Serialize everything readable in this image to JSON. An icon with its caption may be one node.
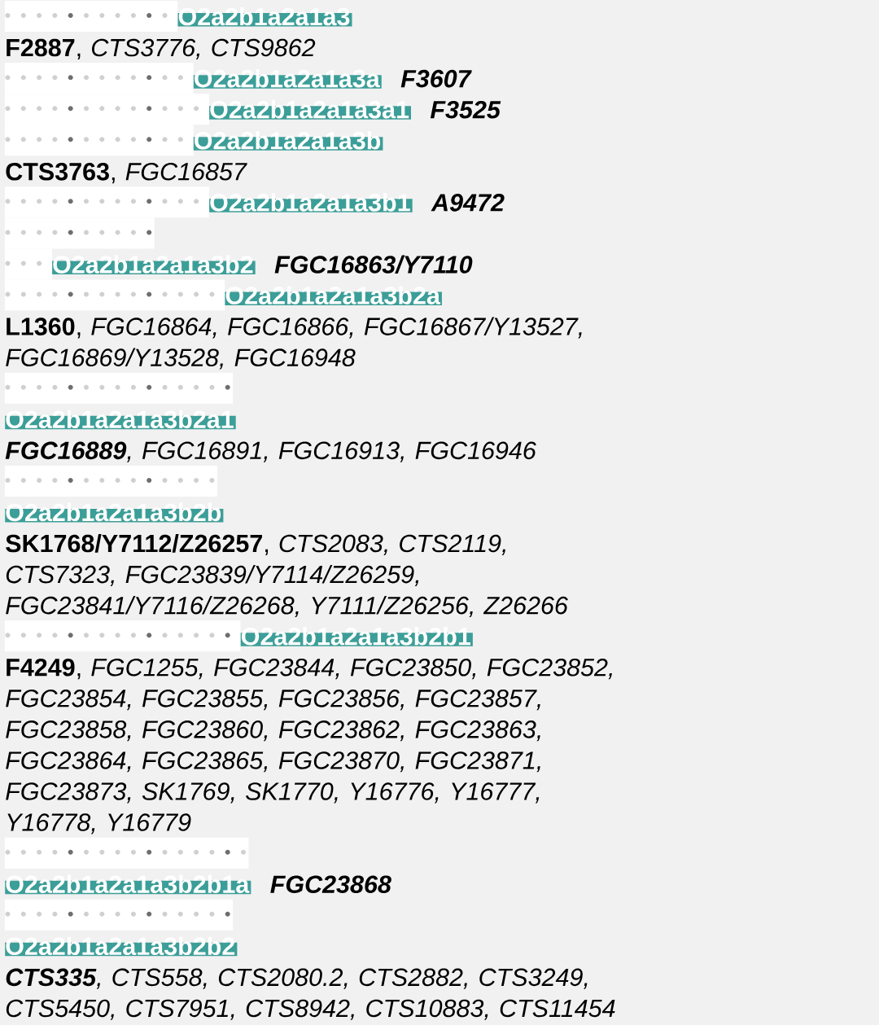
{
  "diagram": {
    "nodes": [
      {
        "text": [
          "O2a2b1a2a1a3"
        ],
        "beside": [
          "**F2887**, *CTS3776, CTS9862*"
        ]
      },
      {
        "text": [
          "O2a2b1a2a1a3a"
        ],
        "beside": [
          "**F3607**"
        ]
      },
      {
        "text": [
          "O2a2b1a2a1a3a1"
        ],
        "beside": [
          "**F3525**"
        ]
      },
      {
        "text": [
          "O2a2b1a2a1a3b"
        ],
        "beside": [
          "**CTS3763**, *FGC16857*"
        ]
      },
      {
        "text": [
          "O2a2b1a2a1a3b1"
        ],
        "beside": [
          "**A9472**"
        ]
      },
      {
        "text": [
          "O2a2b1a2a1a3b2"
        ],
        "beside": [
          "**FGC16863/Y7110**"
        ]
      },
      {
        "text": [
          "O2a2b1a2a1a3b2a"
        ],
        "beside": [
          "**L1360**, *FGC16864, FGC16866, FGC16867/Y13527, FGC16869/Y13528, FGC16948*"
        ]
      },
      {
        "text": [
          "O2a2b1a2a1a3b2a1"
        ],
        "beside": [
          "**FGC16889**, FGC16891, FGC16913, FGC16946"
        ]
      },
      {
        "text": [
          "O2a2b1a2a1a3b2b"
        ],
        "beside": [
          "**SK1768/Y7112/Z26257**, *CTS2083, CTS2119, CTS7323, FGC23839/Y7114/Z26259, FGC23841/Y7116/Z26268, Y7111/Z26256, Z26266*"
        ]
      },
      {
        "text": [
          "O2a2b1a2a1a3b2b1"
        ],
        "beside": [
          "**F4249**, *FGC1255, FGC23844, FGC23850, FGC23852, FGC23854, FGC23855, FGC23856, FGC23857, FGC23858, FGC23860, FGC23862, FGC23863, FGC23864, FGC23865, FGC23870, FGC23871, FGC23873, SK1769, SK1770, Y16776, Y16777, Y16778, Y16779*"
        ]
      },
      {
        "text": [
          "O2a2b1a2a1a3b2b1a"
        ],
        "beside": [
          "**FGC23868**"
        ]
      },
      {
        "text": [
          "O2a2b1a2a1a3b2b2"
        ],
        "beside": [
          "**CTS335**, CTS558, CTS2080.2, CTS2882, CTS3249, CTS5450, CTS7951, CTS8942, CTS10883, CTS11454"
        ]
      }
    ]
  }
}
